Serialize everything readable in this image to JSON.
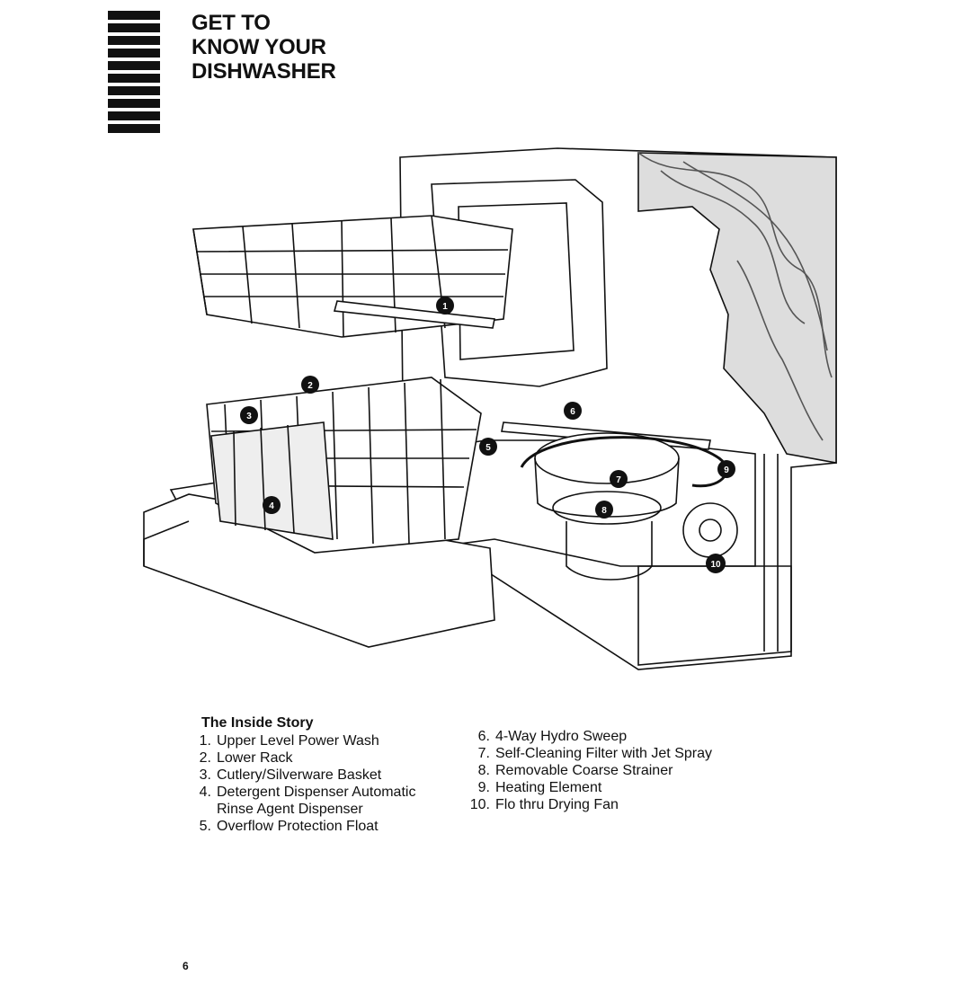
{
  "header": {
    "title_lines": [
      "GET TO",
      "KNOW YOUR",
      "DISHWASHER"
    ]
  },
  "illustration": {
    "callouts": [
      "1",
      "2",
      "3",
      "4",
      "5",
      "6",
      "7",
      "8",
      "9",
      "10"
    ]
  },
  "inside_story": {
    "heading": "The Inside Story",
    "items_left": [
      {
        "num": "1.",
        "lines": [
          "Upper Level Power Wash"
        ]
      },
      {
        "num": "2.",
        "lines": [
          "Lower Rack"
        ]
      },
      {
        "num": "3.",
        "lines": [
          "Cutlery/Silverware Basket"
        ]
      },
      {
        "num": "4.",
        "lines": [
          "Detergent Dispenser Automatic",
          "Rinse Agent Dispenser"
        ]
      },
      {
        "num": "5.",
        "lines": [
          "Overflow Protection Float"
        ]
      }
    ],
    "items_right": [
      {
        "num": "6.",
        "lines": [
          "4-Way Hydro Sweep"
        ]
      },
      {
        "num": "7.",
        "lines": [
          "Self-Cleaning Filter with Jet Spray"
        ]
      },
      {
        "num": "8.",
        "lines": [
          "Removable Coarse Strainer"
        ]
      },
      {
        "num": "9.",
        "lines": [
          "Heating Element"
        ]
      },
      {
        "num": "10.",
        "lines": [
          "Flo thru Drying Fan"
        ]
      }
    ]
  },
  "footer": {
    "page_number": "6"
  }
}
